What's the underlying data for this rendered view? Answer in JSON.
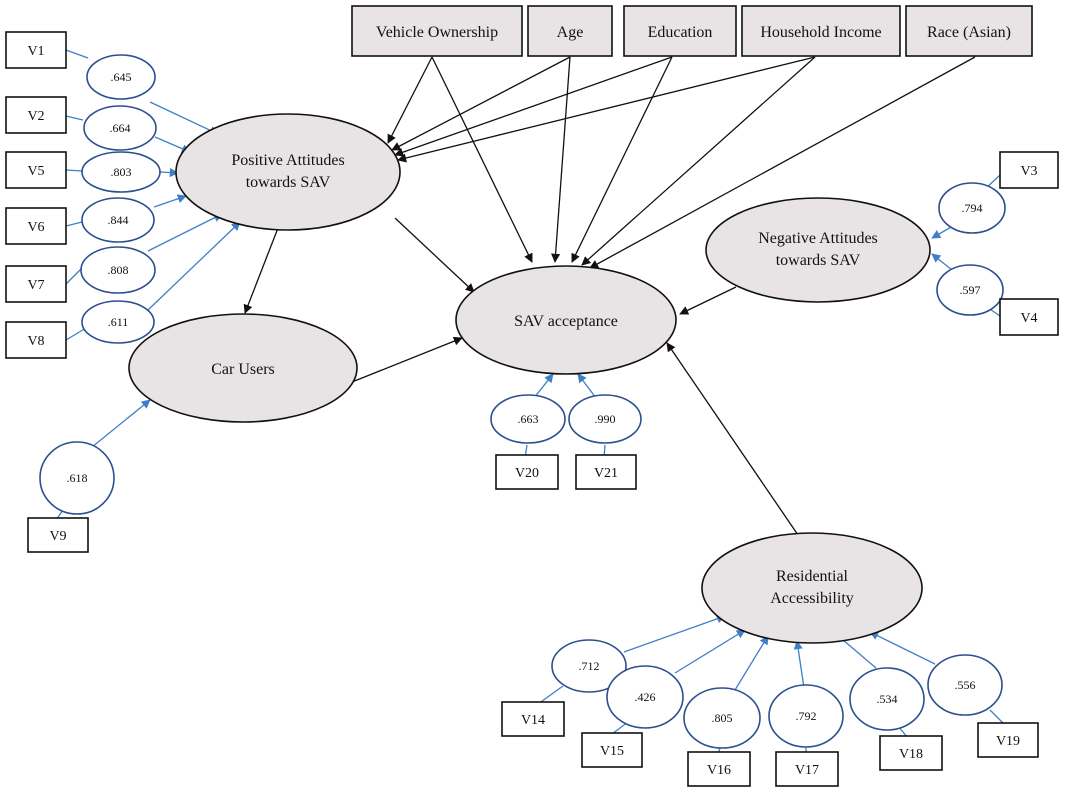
{
  "covariates": [
    {
      "id": "vo",
      "label": "Vehicle Ownership"
    },
    {
      "id": "age",
      "label": "Age"
    },
    {
      "id": "edu",
      "label": "Education"
    },
    {
      "id": "inc",
      "label": "Household Income"
    },
    {
      "id": "race",
      "label": "Race (Asian)"
    }
  ],
  "latents": {
    "pos": {
      "line1": "Positive Attitudes",
      "line2": "towards SAV"
    },
    "neg": {
      "line1": "Negative Attitudes",
      "line2": "towards SAV"
    },
    "sav": {
      "line1": "SAV acceptance",
      "line2": ""
    },
    "car": {
      "line1": "Car Users",
      "line2": ""
    },
    "res": {
      "line1": "Residential",
      "line2": "Accessibility"
    }
  },
  "indicators": {
    "V1": {
      "label": "V1",
      "loading": ".645"
    },
    "V2": {
      "label": "V2",
      "loading": ".664"
    },
    "V5": {
      "label": "V5",
      "loading": ".803"
    },
    "V6": {
      "label": "V6",
      "loading": ".844"
    },
    "V7": {
      "label": "V7",
      "loading": ".808"
    },
    "V8": {
      "label": "V8",
      "loading": ".611"
    },
    "V9": {
      "label": "V9",
      "loading": ".618"
    },
    "V3": {
      "label": "V3",
      "loading": ".794"
    },
    "V4": {
      "label": "V4",
      "loading": ".597"
    },
    "V20": {
      "label": "V20",
      "loading": ".663"
    },
    "V21": {
      "label": "V21",
      "loading": ".990"
    },
    "V14": {
      "label": "V14",
      "loading": ".712"
    },
    "V15": {
      "label": "V15",
      "loading": ".426"
    },
    "V16": {
      "label": "V16",
      "loading": ".805"
    },
    "V17": {
      "label": "V17",
      "loading": ".792"
    },
    "V18": {
      "label": "V18",
      "loading": ".534"
    },
    "V19": {
      "label": "V19",
      "loading": ".556"
    }
  },
  "colors": {
    "measurement_arrow": "#3f7fc8",
    "structural_arrow": "#111111",
    "latent_fill": "#e8e4e6",
    "loading_stroke": "#2c4f8f"
  }
}
